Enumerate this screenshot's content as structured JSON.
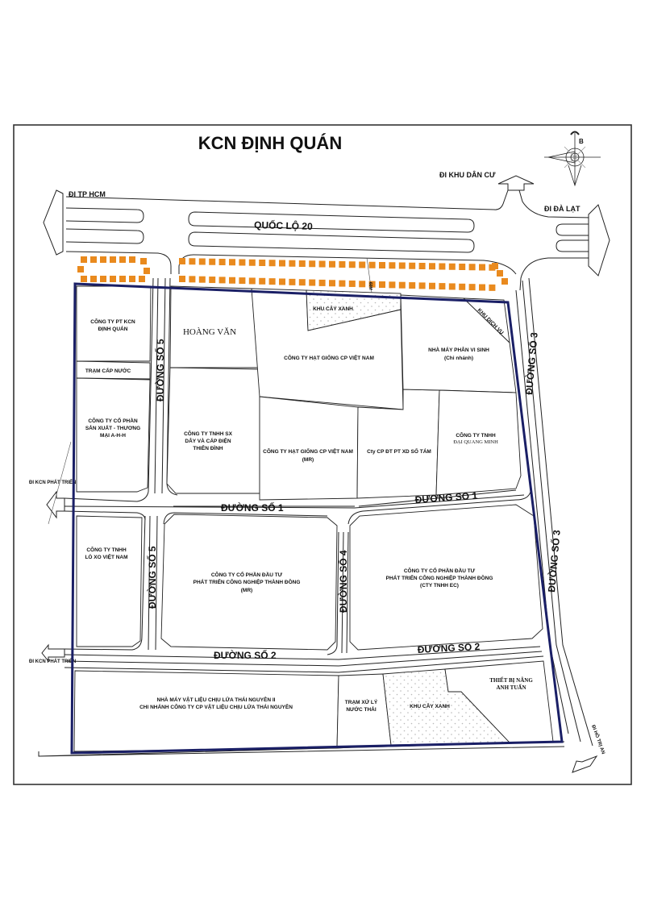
{
  "map": {
    "title": "KCN ĐỊNH QUÁN",
    "boundary_color": "#1a1f66",
    "parking_color": "#e98a1e",
    "compass": {
      "icon": "compass-rose-icon",
      "north_label": "B"
    },
    "directions": {
      "to_hcm": "ĐI TP HCM",
      "to_residential": "ĐI KHU DÂN CƯ",
      "to_da_lat": "ĐI ĐÀ LẠT",
      "to_kcn_phat_trien_1": "ĐI KCN PHÁT TRIỂN",
      "to_kcn_phat_trien_2": "ĐI KCN PHÁT TRIỂN",
      "to_tri_an": "ĐI HỒ TRỊ AN"
    },
    "roads": {
      "ql20": "QUỐC LỘ 20",
      "so1": "ĐƯỜNG SỐ 1",
      "so1_east": "ĐƯỜNG SỐ 1",
      "so2": "ĐƯỜNG SỐ 2",
      "so2_east": "ĐƯỜNG SỐ 2",
      "so3_north": "ĐƯỜNG SỐ 3",
      "so3_south": "ĐƯỜNG SỐ 3",
      "so4": "ĐƯỜNG SỐ 4",
      "so5_north": "ĐƯỜNG SỐ 5",
      "so5_south": "ĐƯỜNG SỐ 5",
      "width_note": "60M"
    },
    "lots": {
      "pt_kcn_1": "CÔNG TY PT KCN",
      "pt_kcn_2": "ĐỊNH QUÁN",
      "tram_cap_nuoc": "TRẠM CẤP NƯỚC",
      "ahh_1": "CÔNG TY CỔ PHẦN",
      "ahh_2": "SẢN XUẤT - THƯƠNG",
      "ahh_3": "MẠI A-H-H",
      "hoang_van": "HOÀNG VĂN",
      "thien_dinh_1": "CÔNG TY TNHH SX",
      "thien_dinh_2": "DÂY VÀ CÁP ĐIỆN",
      "thien_dinh_3": "THIÊN ĐÌNH",
      "khu_cay_xanh_north": "KHU CÂY XANH",
      "hat_giong_1": "CÔNG TY HẠT GIỐNG CP VIỆT NAM",
      "hat_giong_mr_1": "CÔNG TY HẠT GIỐNG CP VIỆT NAM",
      "hat_giong_mr_2": "(MR)",
      "so_tam": "Cty CP ĐT PT XD SỐ TÁM",
      "khu_dich_vu": "KHU DỊCH VỤ",
      "vi_sinh_1": "NHÀ MÁY PHÂN VI SINH",
      "vi_sinh_2": "(Chi nhánh)",
      "dai_quang_minh_1": "CÔNG TY TNHH",
      "dai_quang_minh_2": "ĐẠI QUANG MINH",
      "lo_xo_1": "CÔNG TY TNHH",
      "lo_xo_2": "LÒ XO VIỆT NAM",
      "thanh_dong_mr_1": "CÔNG TY CỔ PHẦN ĐẦU TƯ",
      "thanh_dong_mr_2": "PHÁT TRIỂN CÔNG NGHIỆP THÀNH ĐỒNG",
      "thanh_dong_mr_3": "(MR)",
      "thanh_dong_ec_1": "CÔNG TY CỔ PHẦN ĐẦU TƯ",
      "thanh_dong_ec_2": "PHÁT TRIỂN CÔNG NGHIỆP THÀNH ĐỒNG",
      "thanh_dong_ec_3": "(CTY TNHH EC)",
      "thai_nguyen_1": "NHÀ MÁY VẬT LIỆU CHỊU LỬA THÁI NGUYÊN II",
      "thai_nguyen_2": "CHI NHÁNH CÔNG TY CP VẬT LIỆU CHỊU LỬA THÁI NGUYÊN",
      "xu_ly_1": "TRẠM XỬ LÝ",
      "xu_ly_2": "NƯỚC THẢI",
      "khu_cay_xanh_south": "KHU CÂY XANH",
      "anh_tuan_1": "THIẾT BỊ NÂNG",
      "anh_tuan_2": "ANH TUẤN"
    }
  }
}
